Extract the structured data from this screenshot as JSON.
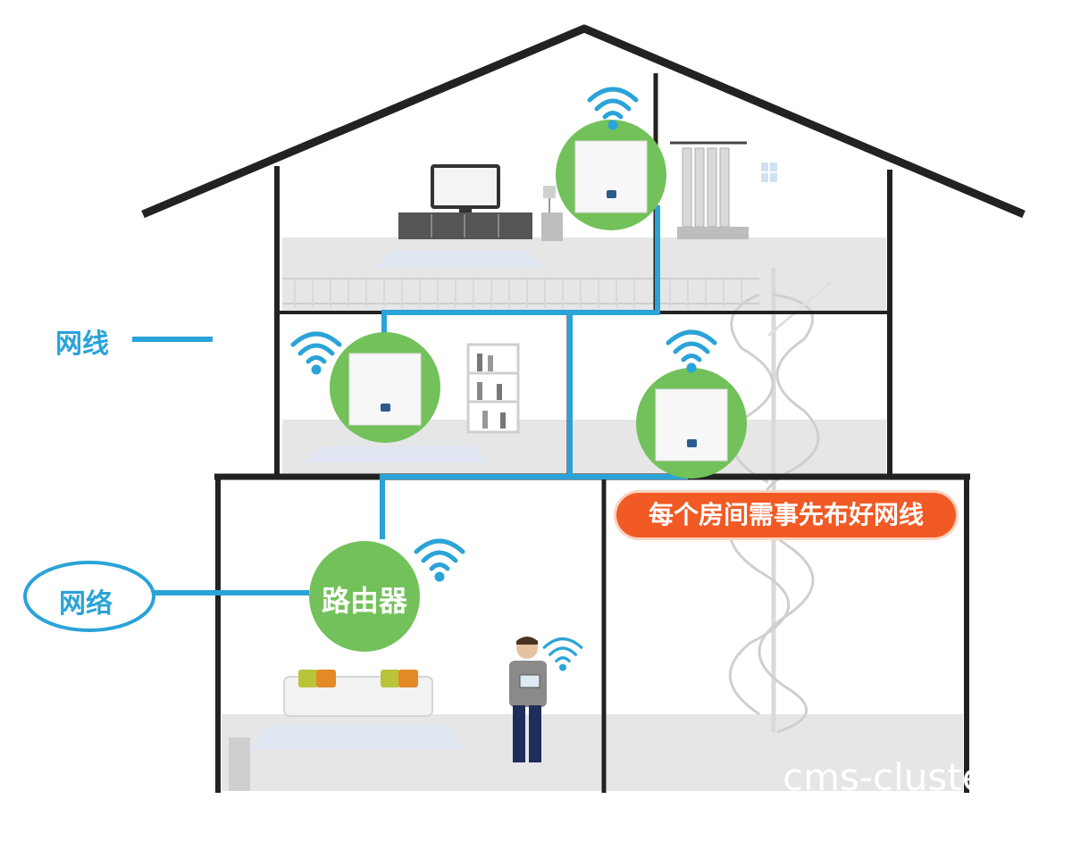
{
  "labels": {
    "cable": "网线",
    "network": "网络",
    "router": "路由器",
    "note": "每个房间需事先布好网线"
  },
  "watermark": "cms-cluster",
  "colors": {
    "cable": "#2aa3d8",
    "ap_circle": "#72c15a",
    "note_bg": "#f15a24",
    "house_outline": "#222222",
    "floor": "#e6e6e6"
  },
  "icons": {
    "wifi": "wifi-icon",
    "access_point": "wall-access-point-icon",
    "person": "person-icon"
  }
}
